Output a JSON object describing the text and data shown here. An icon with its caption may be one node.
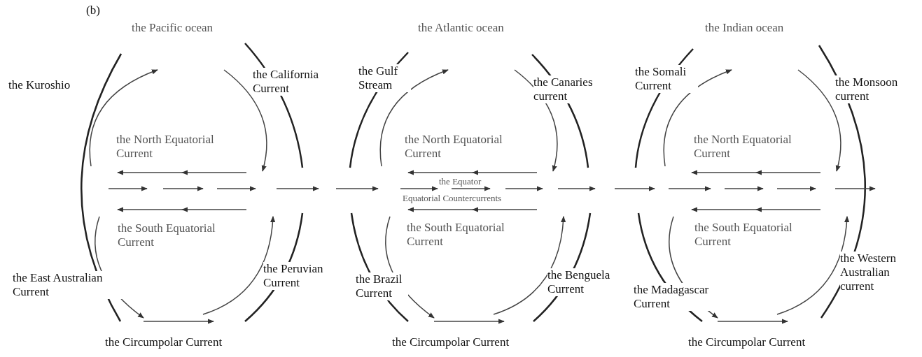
{
  "diagram": {
    "labels": [
      "(b)",
      "the Pacific ocean",
      "the Atlantic ocean",
      "the Indian ocean",
      "the Kuroshio",
      "the California Current",
      "the Gulf Stream",
      "the Canaries current",
      "the Somali Current",
      "the Monsoon current",
      "the North Equatorial Current",
      "the North Equatorial Current",
      "the North Equatorial Current",
      "the Equator",
      "Equatorial Countercurrents",
      "the South Equatorial Current",
      "the South Equatorial Current",
      "the South Equatorial Current",
      "the East Australian Current",
      "the Peruvian Current",
      "the Brazil Current",
      "the Benguela Current",
      "the Madagascar Current",
      "the Western Australian current",
      "the Circumpolar Current",
      "the Circumpolar Current",
      "the Circumpolar Current"
    ]
  }
}
